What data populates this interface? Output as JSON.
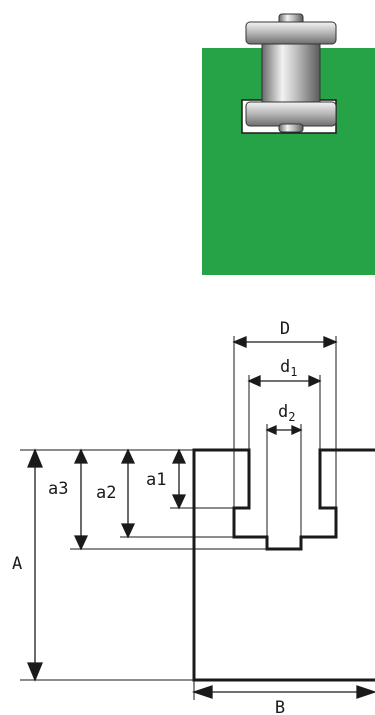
{
  "colors": {
    "plate": "#27a347",
    "outline": "#1a1a1a",
    "metal_light": "#e6e6e6",
    "metal_mid": "#a9a9a9",
    "metal_dark": "#5e5e5e"
  },
  "labels": {
    "D": "D",
    "d1_main": "d",
    "d1_sub": "1",
    "d2_main": "d",
    "d2_sub": "2",
    "a1": "a1",
    "a2": "a2",
    "a3": "a3",
    "A": "A",
    "B": "B"
  }
}
